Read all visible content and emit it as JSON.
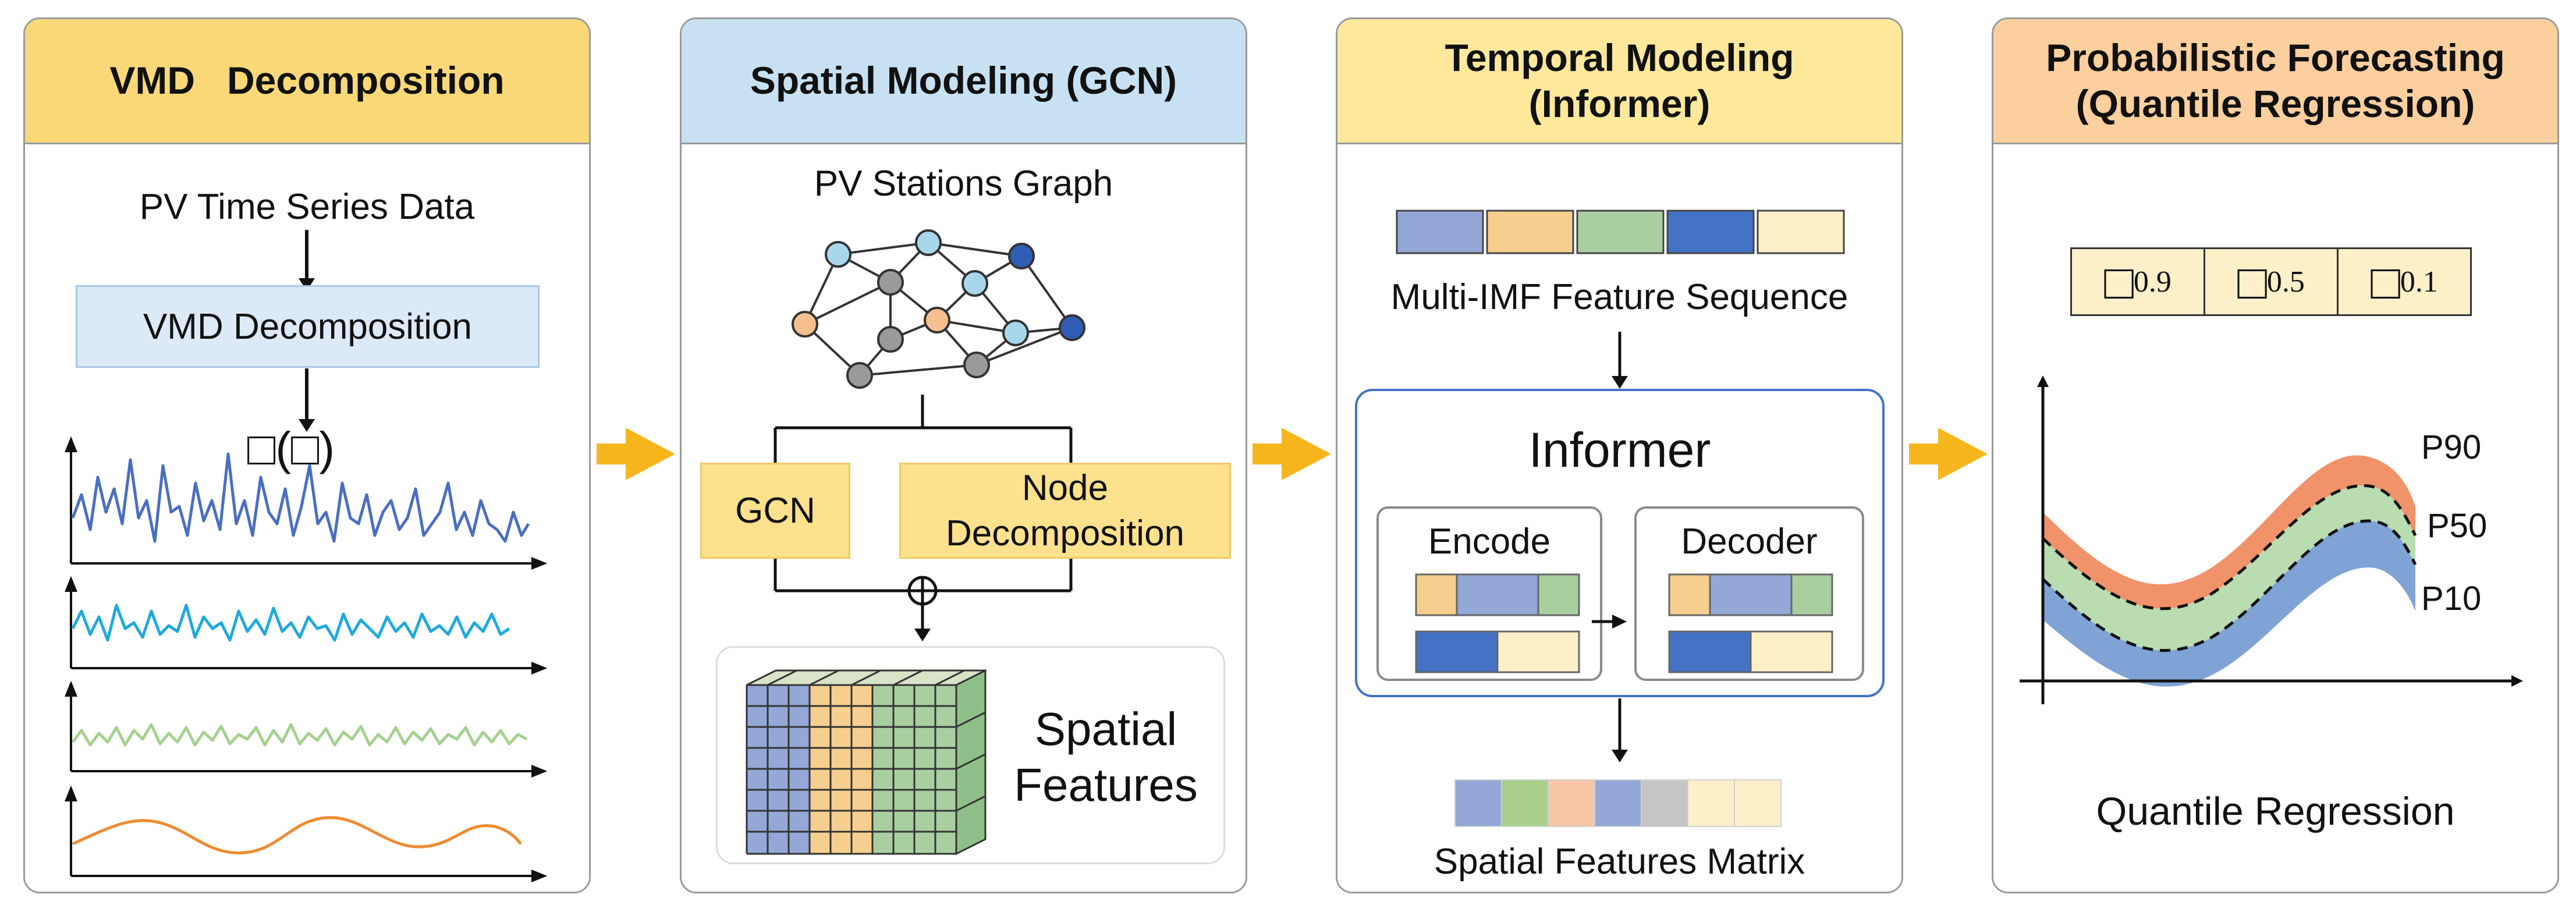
{
  "colors": {
    "header_vmd": "#fad878",
    "header_spatial": "#c7e1f2",
    "header_temporal": "#fde89c",
    "header_prob": "#fbcf9e",
    "arrow": "#f7b51e",
    "imf1": "#4a6ec2",
    "imf2": "#1fa9dc",
    "imf3": "#a6d08f",
    "imf4": "#ef8a2f",
    "vmd_box": "#dce9f6",
    "gcn_box": "#fde18d",
    "p90_band": "#f0926a",
    "p50_band": "#b9dcb0",
    "p10_band": "#7ea3d4"
  },
  "panels": {
    "vmd": {
      "title": "VMD   Decomposition",
      "input_label": "PV Time Series Data",
      "process_label": "VMD Decomposition",
      "imf_symbol": "□(□)"
    },
    "spatial": {
      "title": "Spatial Modeling (GCN)",
      "graph_label": "PV Stations Graph",
      "gcn_label": "GCN",
      "node_label": "Node\nDecomposition",
      "plus_symbol": "⊕",
      "features_label": "Spatial\nFeatures"
    },
    "temporal": {
      "title": "Temporal Modeling\n(Informer)",
      "sequence_label": "Multi-IMF Feature Sequence",
      "informer_label": "Informer",
      "encoder_label": "Encode",
      "decoder_label": "Decoder",
      "matrix_label": "Spatial Features Matrix"
    },
    "prob": {
      "title": "Probabilistic Forecasting\n(Quantile Regression)",
      "quantiles": [
        {
          "symbol": "□",
          "sub": "0.9"
        },
        {
          "symbol": "□",
          "sub": "0.5"
        },
        {
          "symbol": "□",
          "sub": "0.1"
        }
      ],
      "p90": "P90",
      "p50": "P50",
      "p10": "P10",
      "caption": "Quantile Regression"
    }
  }
}
